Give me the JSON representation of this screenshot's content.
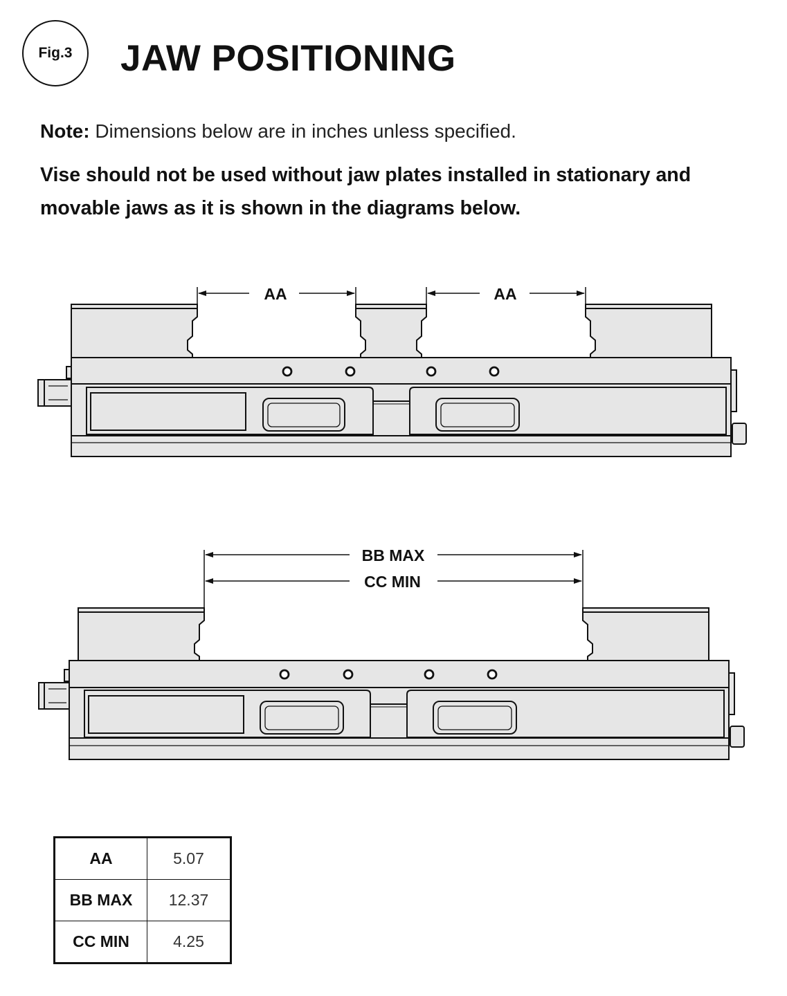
{
  "figure": {
    "badge": "Fig.3",
    "title": "JAW POSITIONING"
  },
  "note": {
    "label": "Note:",
    "text": "Dimensions below are in inches unless specified."
  },
  "warning": "Vise should not be used without jaw plates installed in stationary and movable jaws as it is shown in the diagrams below.",
  "diagram_top": {
    "dim_left": "AA",
    "dim_right": "AA"
  },
  "diagram_bottom": {
    "dim_max": "BB MAX",
    "dim_min": "CC MIN"
  },
  "table": {
    "rows": [
      {
        "key": "AA",
        "value": "5.07"
      },
      {
        "key": "BB MAX",
        "value": "12.37"
      },
      {
        "key": "CC MIN",
        "value": "4.25"
      }
    ]
  },
  "colors": {
    "fill": "#e6e6e6",
    "line": "#111111"
  }
}
